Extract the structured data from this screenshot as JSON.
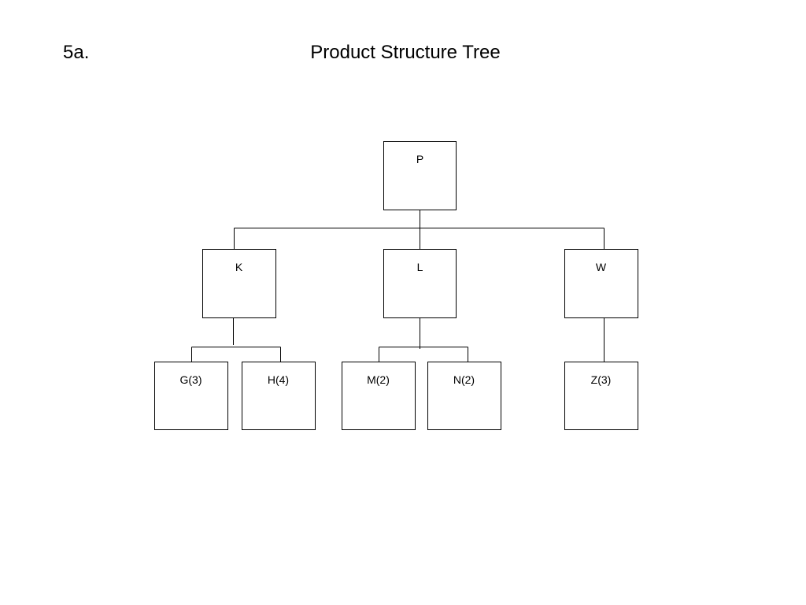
{
  "slide": {
    "number": "5a.",
    "title": "Product Structure Tree"
  },
  "tree": {
    "root": "P",
    "level1": [
      "K",
      "L",
      "W"
    ],
    "level2": [
      "G(3)",
      "H(4)",
      "M(2)",
      "N(2)",
      "Z(3)"
    ],
    "edges": [
      [
        "P",
        "K"
      ],
      [
        "P",
        "L"
      ],
      [
        "P",
        "W"
      ],
      [
        "K",
        "G(3)"
      ],
      [
        "K",
        "H(4)"
      ],
      [
        "L",
        "M(2)"
      ],
      [
        "L",
        "N(2)"
      ],
      [
        "W",
        "Z(3)"
      ]
    ]
  }
}
